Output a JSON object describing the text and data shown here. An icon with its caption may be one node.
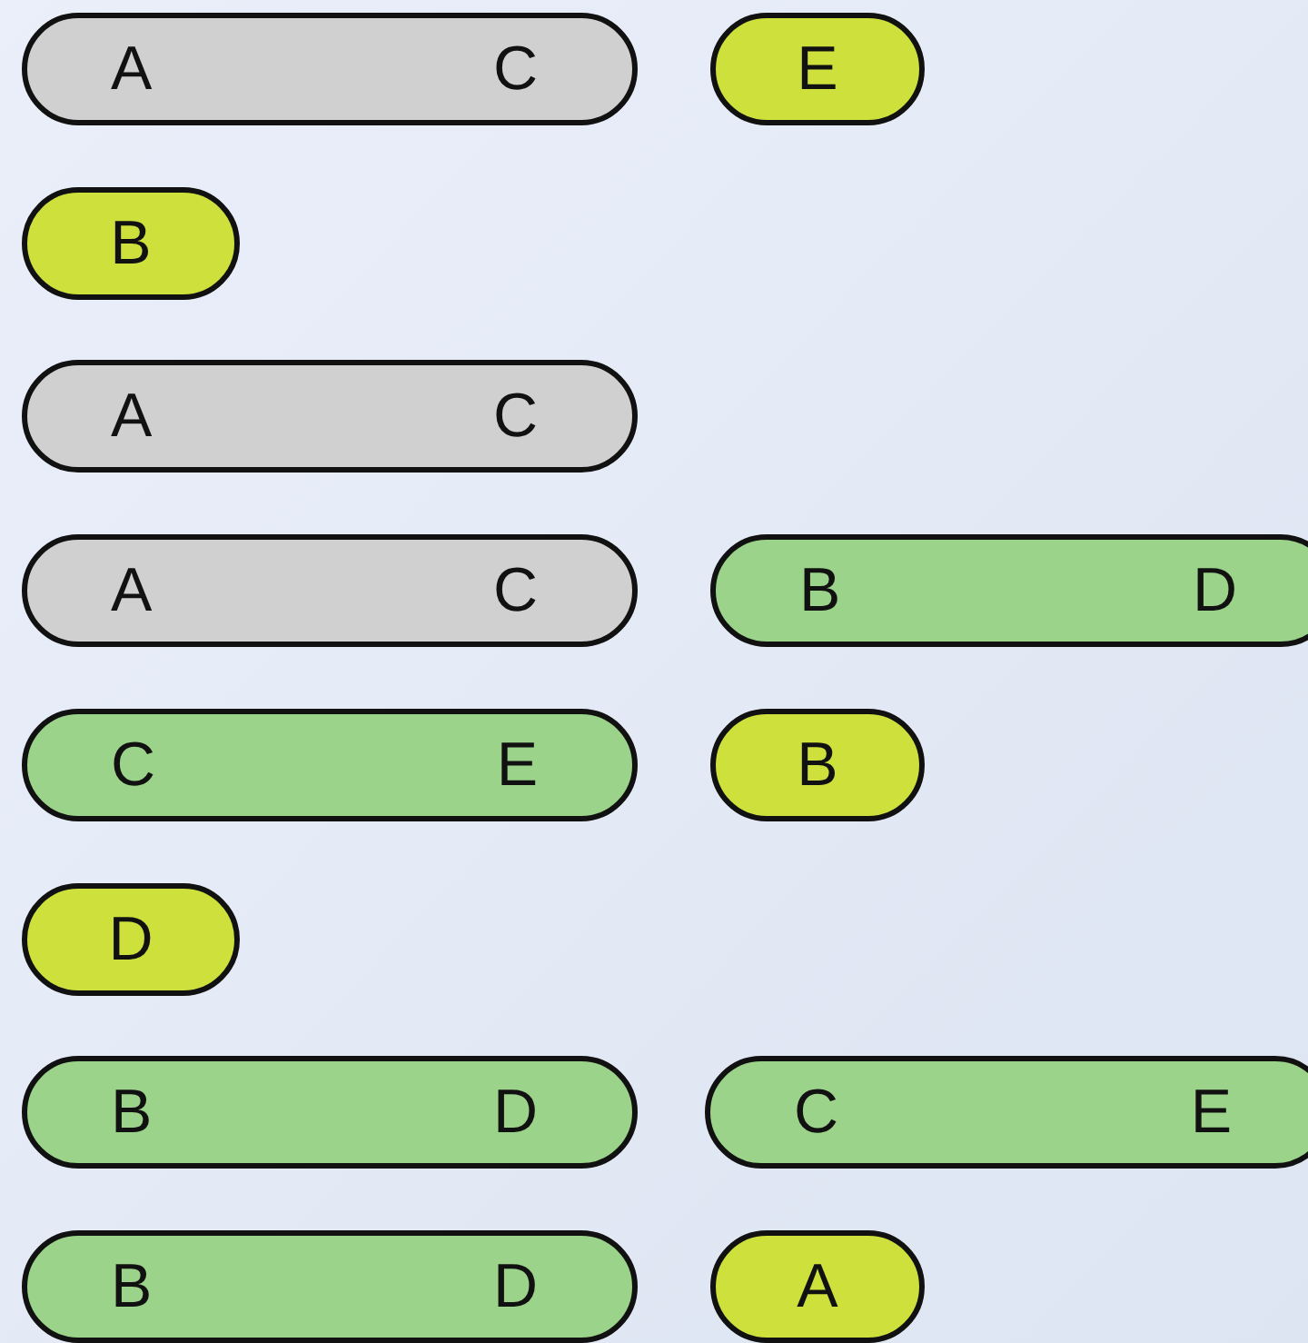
{
  "diagram": {
    "nodes": [
      {
        "text": [
          "A",
          "C"
        ]
      },
      {
        "text": [
          "E"
        ]
      },
      {
        "text": [
          "B"
        ]
      },
      {
        "text": [
          "A",
          "C"
        ]
      },
      {
        "text": [
          "A",
          "C"
        ]
      },
      {
        "text": [
          "B",
          "D"
        ]
      },
      {
        "text": [
          "C",
          "E"
        ]
      },
      {
        "text": [
          "B"
        ]
      },
      {
        "text": [
          "D"
        ]
      },
      {
        "text": [
          "B",
          "D"
        ]
      },
      {
        "text": [
          "C",
          "E"
        ]
      },
      {
        "text": [
          "B",
          "D"
        ]
      },
      {
        "text": [
          "A"
        ]
      }
    ]
  }
}
